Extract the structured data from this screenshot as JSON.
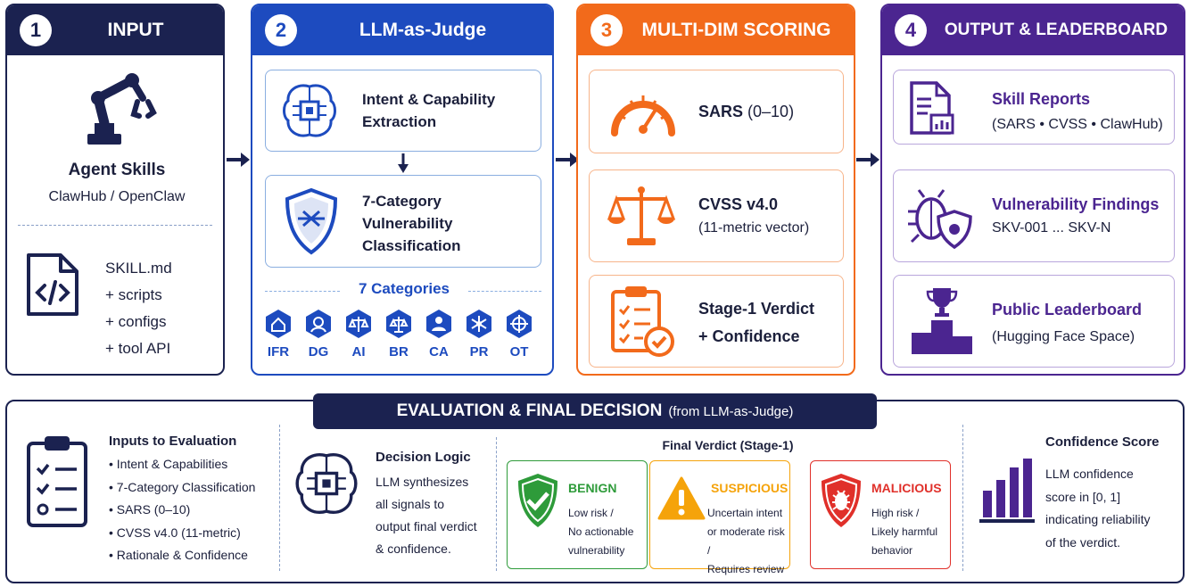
{
  "panels": [
    {
      "num": "1",
      "title": "INPUT",
      "color": "#1b2250"
    },
    {
      "num": "2",
      "title": "LLM-as-Judge",
      "color": "#1d4bbf"
    },
    {
      "num": "3",
      "title": "MULTI-DIM SCORING",
      "color": "#f26a1b"
    },
    {
      "num": "4",
      "title": "OUTPUT & LEADERBOARD",
      "color": "#4b2590"
    }
  ],
  "input": {
    "title": "Agent Skills",
    "subtitle": "ClawHub / OpenClaw",
    "files": [
      "SKILL.md",
      "+ scripts",
      "+ configs",
      "+ tool API"
    ]
  },
  "judge": {
    "step1": [
      "Intent & Capability",
      "Extraction"
    ],
    "step2": [
      "7-Category",
      "Vulnerability",
      "Classification"
    ],
    "categories_title": "7 Categories",
    "categories": [
      "IFR",
      "DG",
      "AI",
      "BR",
      "CA",
      "PR",
      "OT"
    ]
  },
  "scoring": {
    "sars_name": "SARS",
    "sars_range": "(0–10)",
    "cvss_title": "CVSS v4.0",
    "cvss_sub": "(11-metric vector)",
    "verdict_lines": [
      "Stage-1 Verdict",
      "+ Confidence"
    ]
  },
  "output": {
    "reports_title": "Skill Reports",
    "reports_sub": "(SARS • CVSS • ClawHub)",
    "findings_title": "Vulnerability Findings",
    "findings_sub": "SKV-001 ... SKV-N",
    "leaderboard_title": "Public Leaderboard",
    "leaderboard_sub": "(Hugging Face Space)"
  },
  "evaluation": {
    "banner": "EVALUATION & FINAL DECISION",
    "banner_note": "(from LLM-as-Judge)",
    "inputs_title": "Inputs to Evaluation",
    "inputs": [
      "• Intent & Capabilities",
      "• 7-Category Classification",
      "• SARS (0–10)",
      "• CVSS v4.0 (11-metric)",
      "• Rationale & Confidence"
    ],
    "logic_title": "Decision Logic",
    "logic_lines": [
      "LLM synthesizes",
      "all signals to",
      "output final verdict",
      "& confidence."
    ],
    "verdict_title": "Final Verdict (Stage-1)",
    "verdicts": [
      {
        "label": "BENIGN",
        "lines": [
          "Low risk /",
          "No actionable",
          "vulnerability"
        ],
        "color": "#2e9b3a"
      },
      {
        "label": "SUSPICIOUS",
        "lines": [
          "Uncertain intent",
          "or moderate risk /",
          "Requires review"
        ],
        "color": "#f5a30a"
      },
      {
        "label": "MALICIOUS",
        "lines": [
          "High risk /",
          "Likely harmful",
          "behavior"
        ],
        "color": "#e0302a"
      }
    ],
    "confidence_title": "Confidence Score",
    "confidence_lines": [
      "LLM confidence",
      "score in [0, 1]",
      "indicating reliability",
      "of the verdict."
    ]
  }
}
